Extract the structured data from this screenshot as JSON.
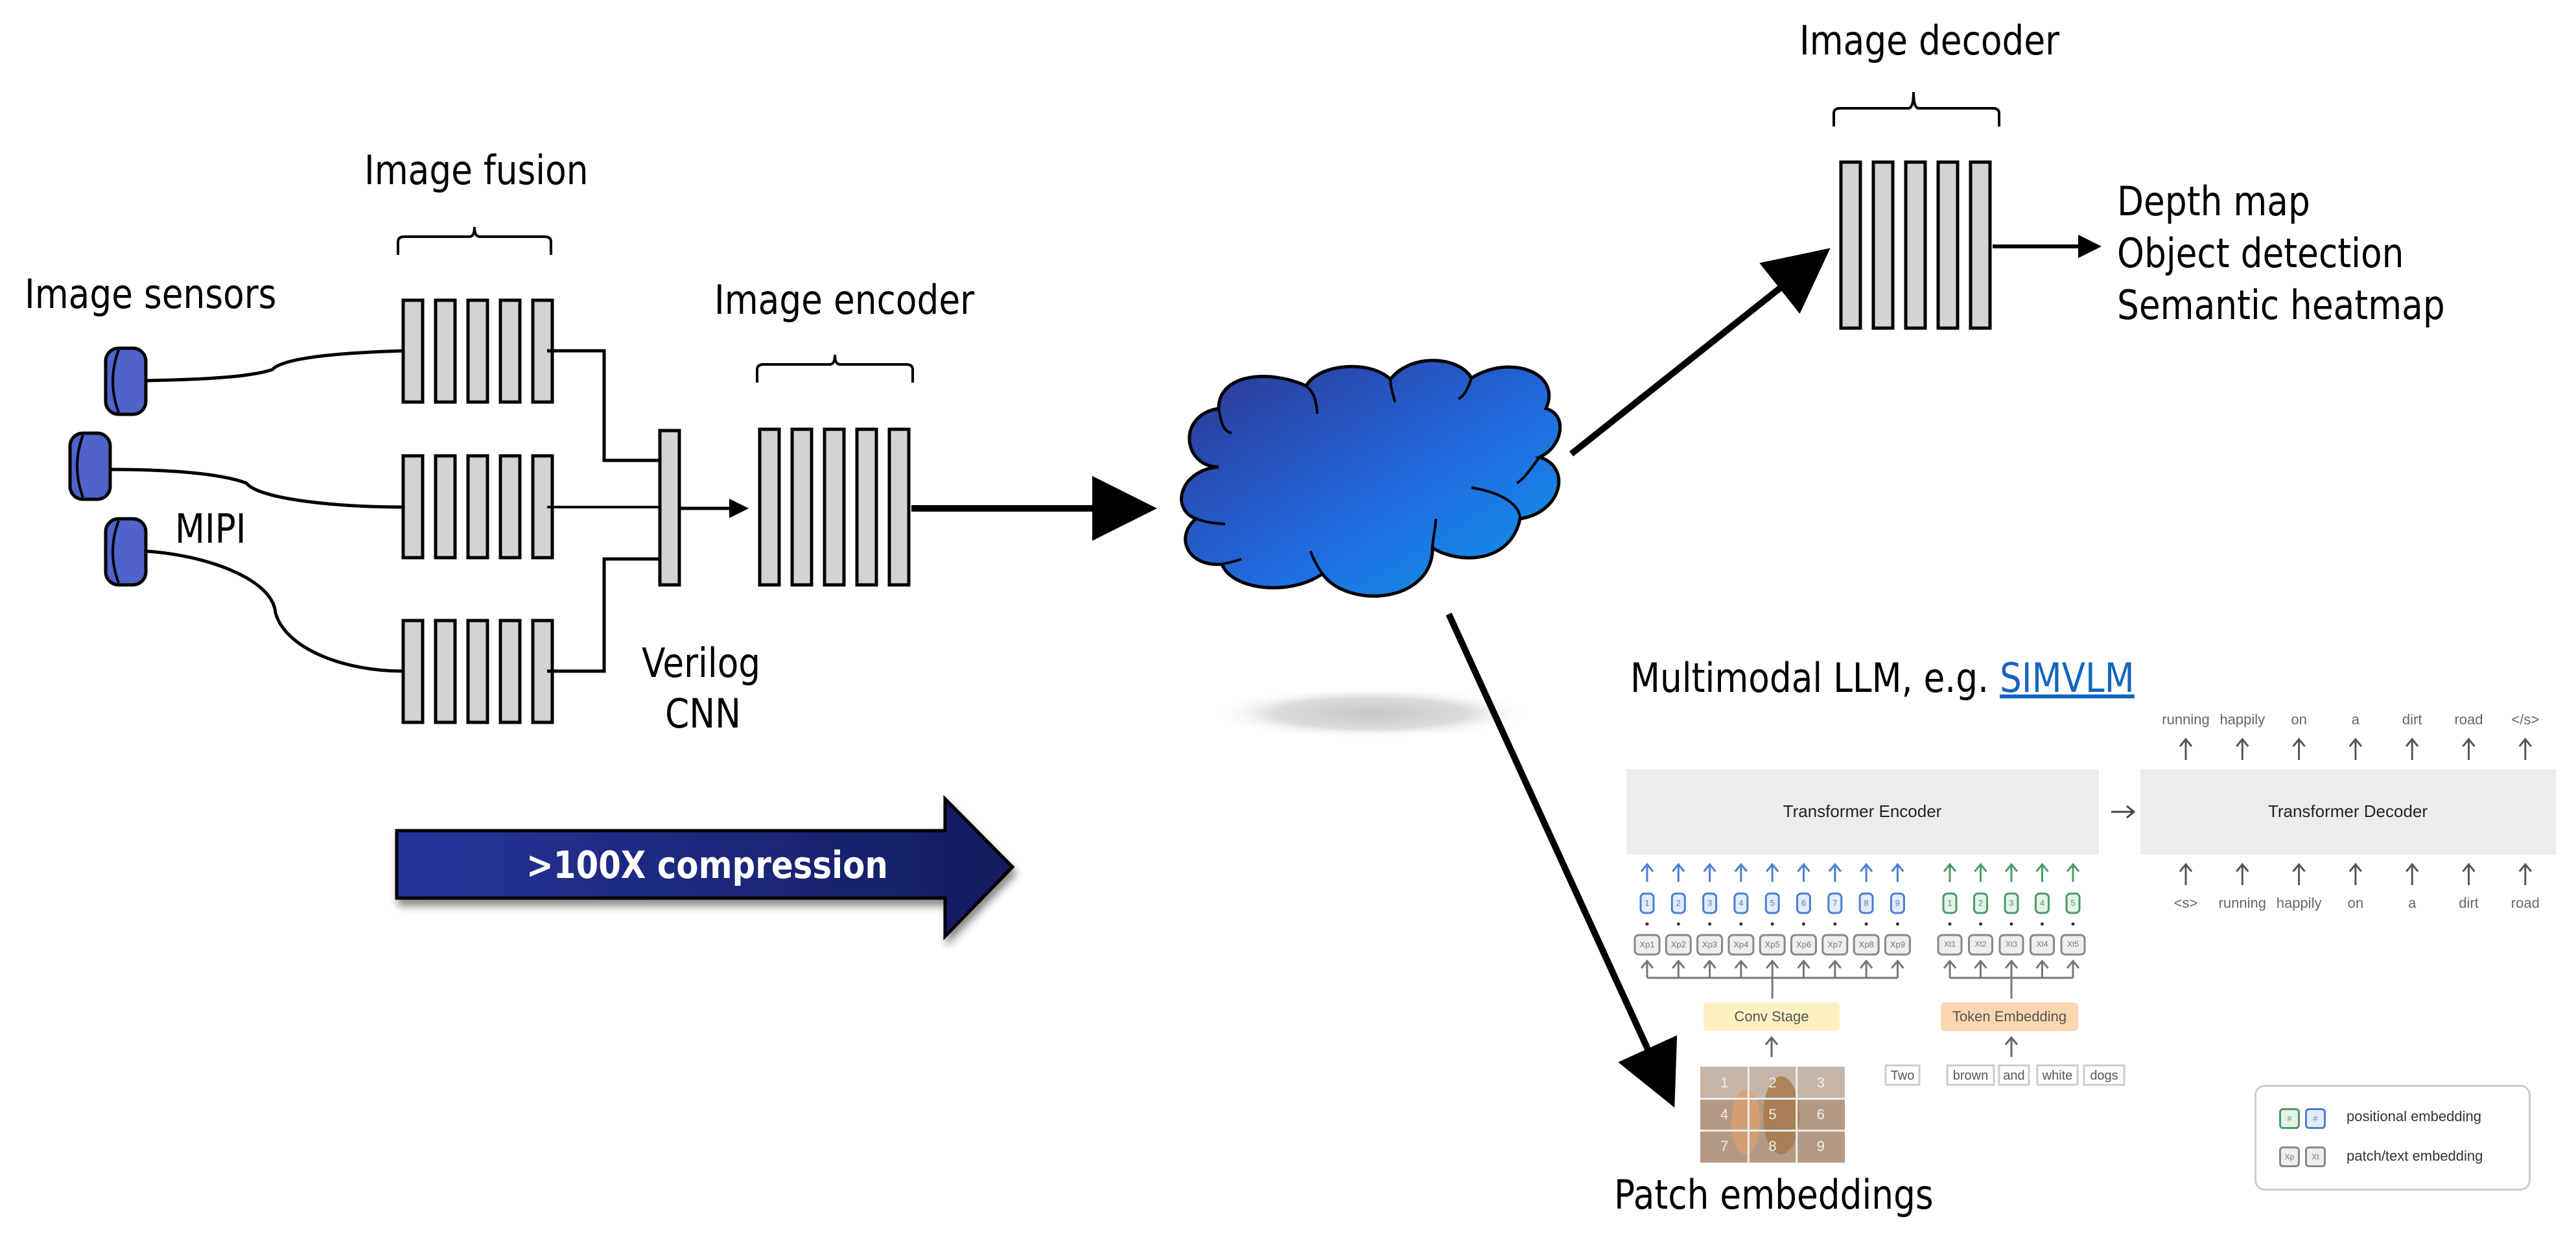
{
  "labels": {
    "image_sensors": "Image sensors",
    "image_fusion": "Image fusion",
    "image_encoder": "Image encoder",
    "image_decoder": "Image decoder",
    "mipi": "MIPI",
    "verilog": "Verilog",
    "cnn": "CNN",
    "compression": ">100X compression",
    "patch_embeddings": "Patch embeddings",
    "outputs": [
      "Depth map",
      "Object detection",
      "Semantic heatmap"
    ],
    "multimodal_prefix": "Multimodal LLM, e.g. ",
    "multimodal_link": "SIMVLM"
  },
  "simvlm": {
    "encoder_label": "Transformer Encoder",
    "decoder_label": "Transformer Decoder",
    "decoder_outputs": [
      "running",
      "happily",
      "on",
      "a",
      "dirt",
      "road",
      "</s>"
    ],
    "decoder_inputs": [
      "<s>",
      "running",
      "happily",
      "on",
      "a",
      "dirt",
      "road"
    ],
    "patch_positions": [
      "1",
      "2",
      "3",
      "4",
      "5",
      "6",
      "7",
      "8",
      "9"
    ],
    "patch_tokens": [
      "Xp1",
      "Xp2",
      "Xp3",
      "Xp4",
      "Xp5",
      "Xp6",
      "Xp7",
      "Xp8",
      "Xp9"
    ],
    "text_positions": [
      "1",
      "2",
      "3",
      "4",
      "5"
    ],
    "text_tokens": [
      "Xt1",
      "Xt2",
      "Xt3",
      "Xt4",
      "Xt5"
    ],
    "conv_stage": "Conv Stage",
    "token_embedding": "Token Embedding",
    "caption_words": [
      "Two",
      "brown",
      "and",
      "white",
      "dogs"
    ],
    "image_patch_numbers": [
      "1",
      "2",
      "3",
      "4",
      "5",
      "6",
      "7",
      "8",
      "9"
    ],
    "legend": {
      "positional_symbol": "#",
      "positional_label": "positional embedding",
      "patch_symbol": "Xp",
      "text_symbol": "Xt",
      "patch_text_label": "patch/text embedding"
    }
  },
  "colors": {
    "sensor_fill": "#4f63c9",
    "layer_fill": "#d3d3d3",
    "cloud_dark": "#2f358f",
    "cloud_light": "#0f8fe9",
    "compression_dark": "#15206a",
    "compression_light": "#25349a",
    "link_blue": "#1565c0",
    "pos_blue": "#4a7fd0",
    "pos_green": "#4c9a6a",
    "conv_fill": "#fdf0c0",
    "token_fill": "#fcd6b0",
    "box_gray": "#ececec"
  }
}
